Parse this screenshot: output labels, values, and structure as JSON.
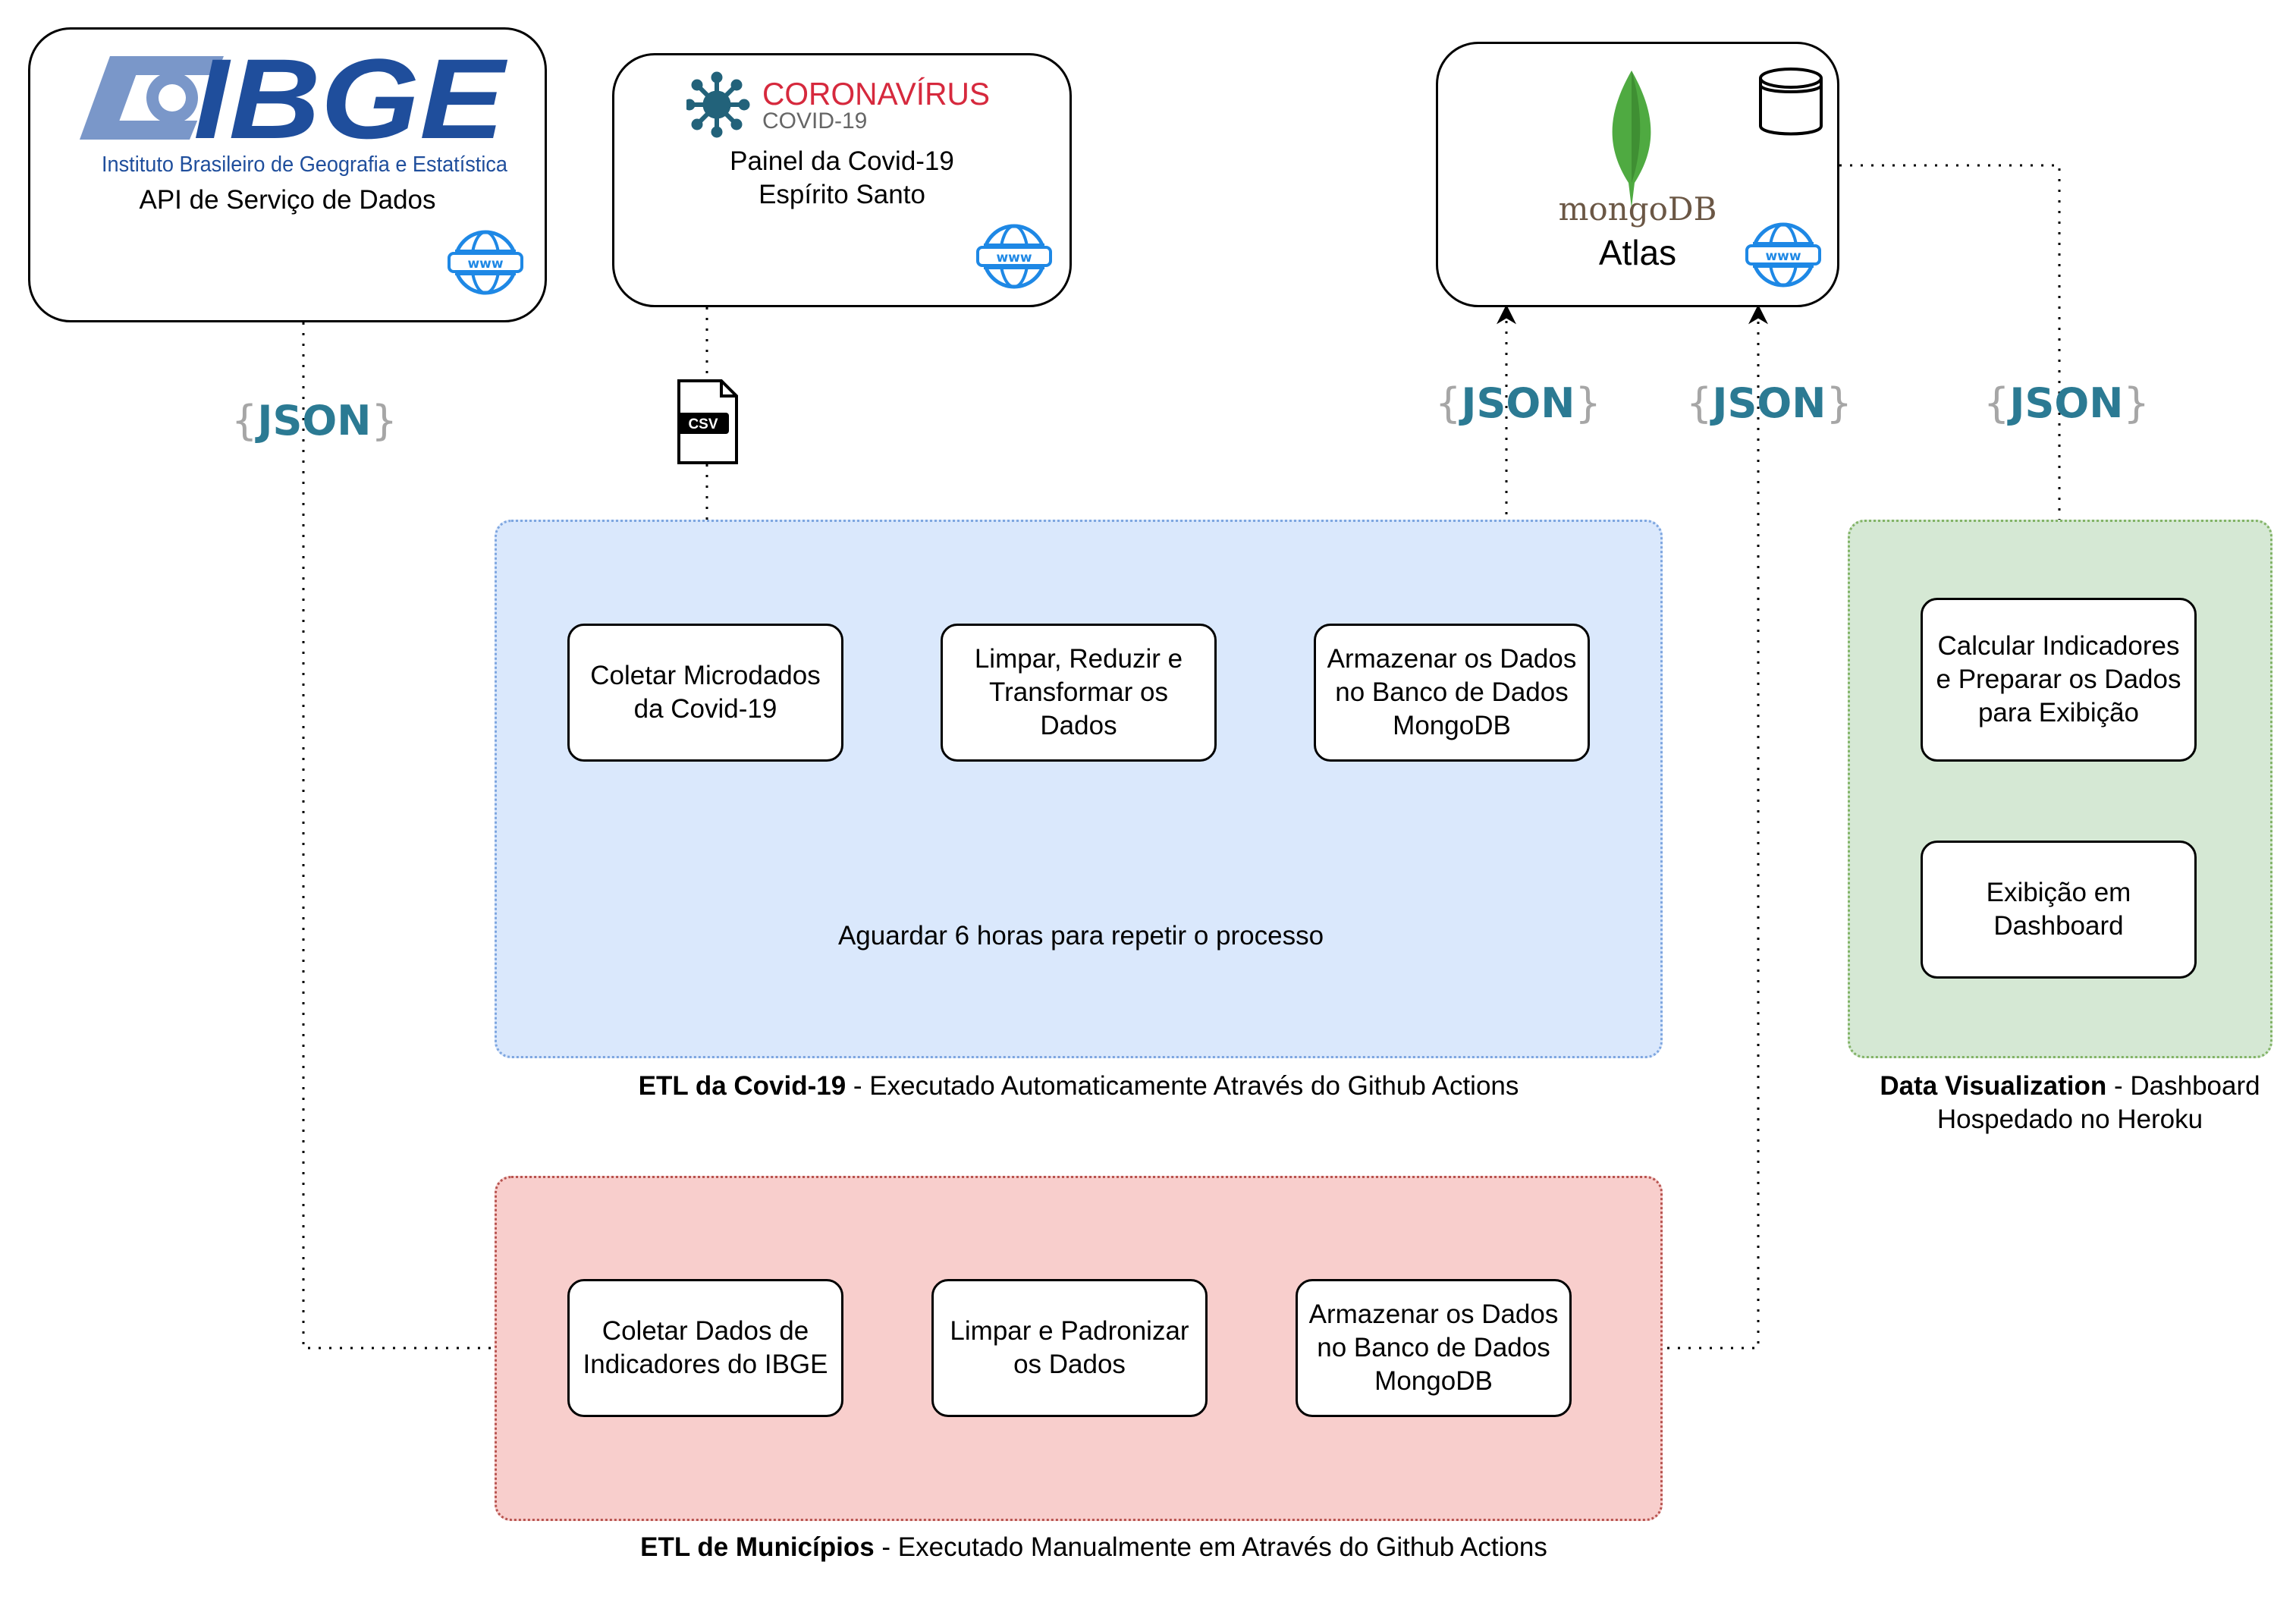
{
  "colors": {
    "ibge_blue": "#1f4e9c",
    "ibge_light_blue": "#7a97c9",
    "corona_red": "#d6293d",
    "corona_teal": "#22627a",
    "json_teal": "#2b7a93",
    "brace_gray": "#a6a6a6",
    "www_blue": "#1e88e5",
    "mongo_green": "#4faa41",
    "mongo_text": "#6b5745",
    "etl_covid_fill": "#dae8fc",
    "etl_municipios_fill": "#f8cecc",
    "dataviz_fill": "#d5e8d4"
  },
  "sources": {
    "ibge": {
      "logo_text": "IBGE",
      "logo_subtitle": "Instituto Brasileiro de Geografia e Estatística",
      "label": "API de Serviço de Dados",
      "icon": "www-globe-icon"
    },
    "covid_panel": {
      "logo_title": "CORONAVÍRUS",
      "logo_subtitle": "COVID-19",
      "label": "Painel da Covid-19\nEspírito Santo",
      "icon": "www-globe-icon"
    },
    "mongodb": {
      "logo_text": "mongoDB",
      "label": "Atlas",
      "icon": "www-globe-icon",
      "db_icon": "database-icon"
    }
  },
  "format_labels": {
    "json_open": "{",
    "json_word": "JSON",
    "json_close": "}",
    "csv": "CSV"
  },
  "etl_covid": {
    "caption_bold": "ETL da Covid-19",
    "caption_rest": " - Executado Automaticamente Através do Github Actions",
    "steps": [
      "Coletar Microdados\nda Covid-19",
      "Limpar, Reduzir e\nTransformar os Dados",
      "Armazenar os Dados\nno Banco de Dados\nMongoDB"
    ],
    "loop_label": "Aguardar 6 horas para repetir o processo"
  },
  "etl_municipios": {
    "caption_bold": "ETL de Municípios",
    "caption_rest": " - Executado Manualmente em Através do Github Actions",
    "steps": [
      "Coletar Dados de\nIndicadores do IBGE",
      "Limpar e Padronizar\nos Dados",
      "Armazenar os Dados\nno Banco de Dados\nMongoDB"
    ]
  },
  "data_visualization": {
    "caption_bold": "Data Visualization",
    "caption_rest": " - Dashboard",
    "caption_line2": "Hospedado no Heroku",
    "steps": [
      "Calcular Indicadores\ne Preparar os Dados\npara Exibição",
      "Exibição em\nDashboard"
    ]
  }
}
